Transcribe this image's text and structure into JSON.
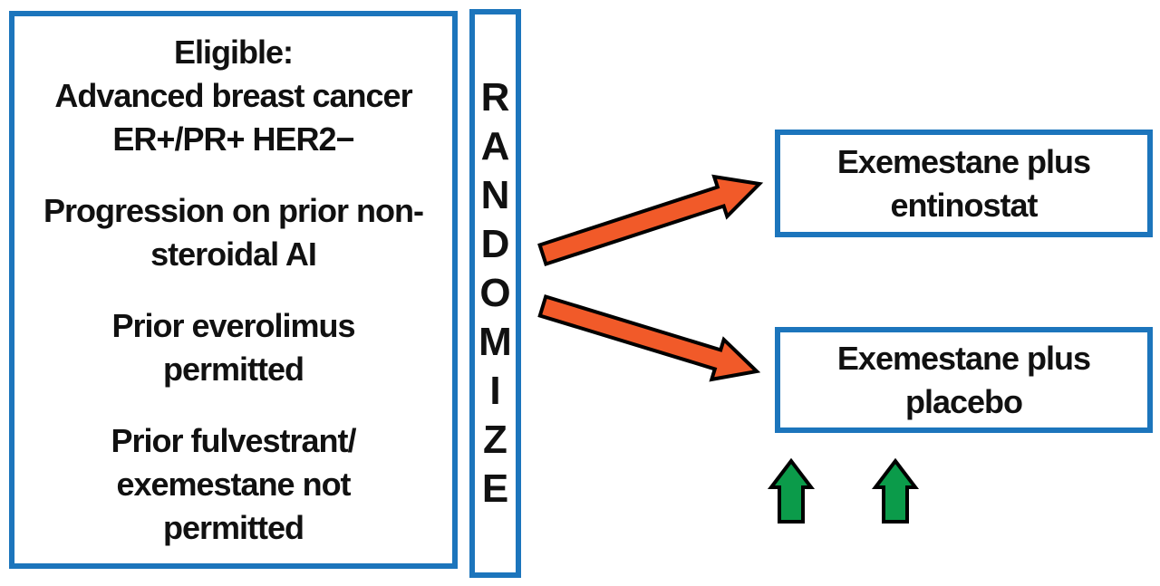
{
  "diagram": {
    "eligibility": {
      "title": "Eligible:",
      "criteria": [
        [
          "Advanced breast cancer",
          "ER+/PR+ HER2−"
        ],
        [
          "Progression on prior non-",
          "steroidal AI"
        ],
        [
          "Prior everolimus",
          "permitted"
        ],
        [
          "Prior fulvestrant/",
          "exemestane not",
          "permitted"
        ]
      ]
    },
    "randomize_label": "RANDOMIZE",
    "arms": [
      {
        "lines": [
          "Exemestane plus",
          "entinostat"
        ]
      },
      {
        "lines": [
          "Exemestane plus",
          "placebo"
        ]
      }
    ],
    "icons": {
      "randomize_arrows": "orange-diagonal-arrow",
      "up_arrows": "green-up-arrow"
    },
    "colors": {
      "box_border": "#1c75bc",
      "arrow_orange": "#f15a29",
      "arrow_green": "#0b9b4a",
      "arrow_outline": "#000000",
      "text": "#111111",
      "background": "#ffffff"
    }
  }
}
